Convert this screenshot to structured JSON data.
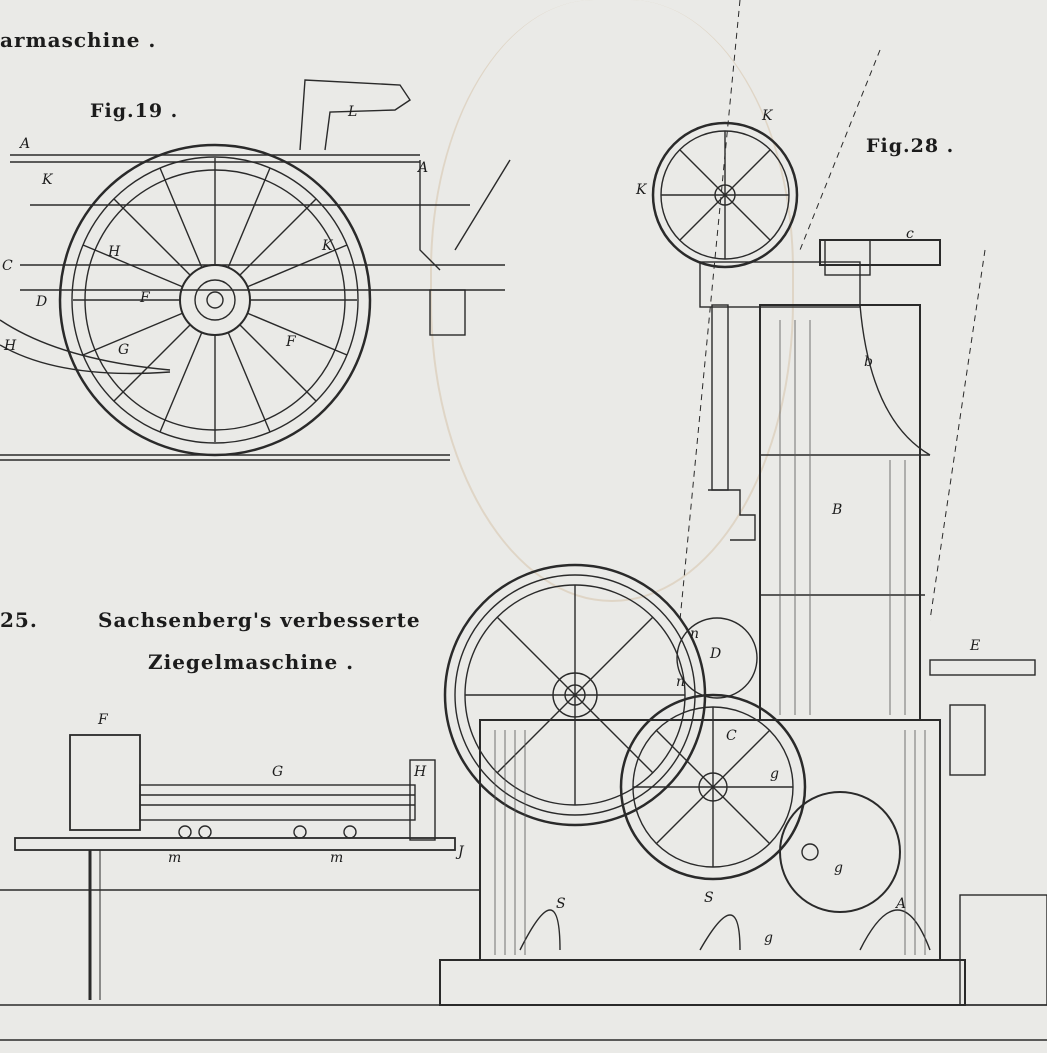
{
  "plate": {
    "header_fragment": "armaschine .",
    "fig19_label": "Fig.19 .",
    "fig28_label": "Fig.28 .",
    "fig25_fragment": "25.",
    "caption_line1": "Sachsenberg's verbesserte",
    "caption_line2": "Ziegelmaschine ."
  },
  "fig19_letters": {
    "A1": "A",
    "A2": "A",
    "L": "L",
    "K1": "K",
    "K2": "K",
    "C": "C",
    "H1": "H",
    "F1": "F",
    "F2": "F",
    "D": "D",
    "G": "G",
    "H2": "H"
  },
  "fig28_letters": {
    "K1": "K",
    "K2": "K",
    "c": "c",
    "b": "b",
    "B": "B",
    "E": "E",
    "D": "D",
    "n1": "n",
    "n2": "n",
    "C": "C",
    "g1": "g",
    "g2": "g",
    "S1": "S",
    "S2": "S",
    "A": "A",
    "F": "F",
    "G": "G",
    "H": "H",
    "J": "J",
    "m1": "m",
    "m2": "m",
    "g3": "g"
  },
  "colors": {
    "paper": "#eaeae7",
    "ink": "#2a2a2a",
    "stain": "#c8a878"
  }
}
